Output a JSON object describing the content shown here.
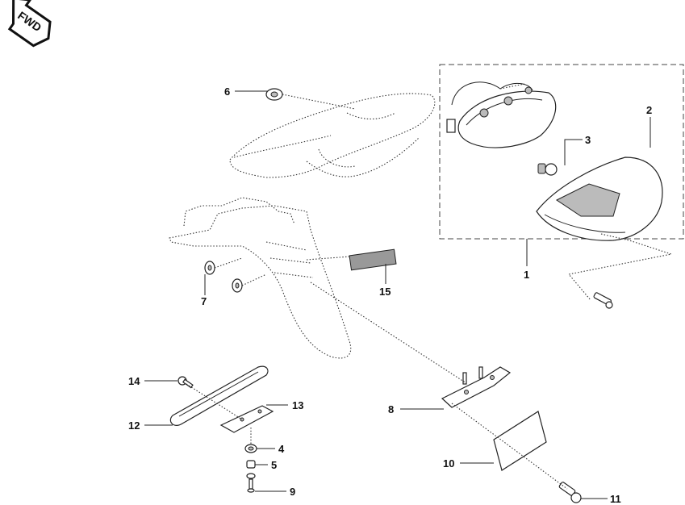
{
  "diagram": {
    "fwd_badge": "FWD",
    "callouts": [
      {
        "id": "6",
        "label": "6"
      },
      {
        "id": "2",
        "label": "2"
      },
      {
        "id": "3",
        "label": "3"
      },
      {
        "id": "1",
        "label": "1"
      },
      {
        "id": "7",
        "label": "7"
      },
      {
        "id": "15",
        "label": "15"
      },
      {
        "id": "14",
        "label": "14"
      },
      {
        "id": "13",
        "label": "13"
      },
      {
        "id": "12",
        "label": "12"
      },
      {
        "id": "8",
        "label": "8"
      },
      {
        "id": "4",
        "label": "4"
      },
      {
        "id": "5",
        "label": "5"
      },
      {
        "id": "10",
        "label": "10"
      },
      {
        "id": "9",
        "label": "9"
      },
      {
        "id": "11",
        "label": "11"
      }
    ]
  }
}
